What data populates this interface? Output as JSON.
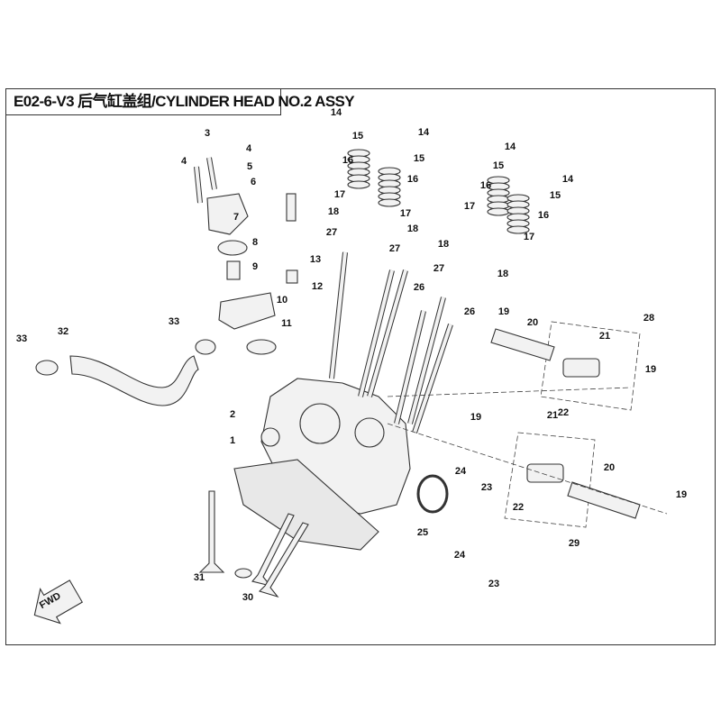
{
  "title": "E02-6-V3 后气缸盖组/CYLINDER HEAD NO.2  ASSY",
  "fwd_label": "FWD",
  "callouts": [
    "14",
    "14",
    "15",
    "15",
    "16",
    "16",
    "17",
    "17",
    "18",
    "18",
    "27",
    "27",
    "27",
    "26",
    "26",
    "14",
    "14",
    "15",
    "15",
    "16",
    "16",
    "17",
    "17",
    "18",
    "18",
    "3",
    "4",
    "4",
    "5",
    "6",
    "7",
    "8",
    "9",
    "13",
    "12",
    "10",
    "11",
    "33",
    "32",
    "33",
    "19",
    "20",
    "28",
    "21",
    "19",
    "22",
    "21",
    "19",
    "22",
    "20",
    "19",
    "29",
    "2",
    "1",
    "24",
    "23",
    "25",
    "24",
    "23",
    "31",
    "30"
  ]
}
